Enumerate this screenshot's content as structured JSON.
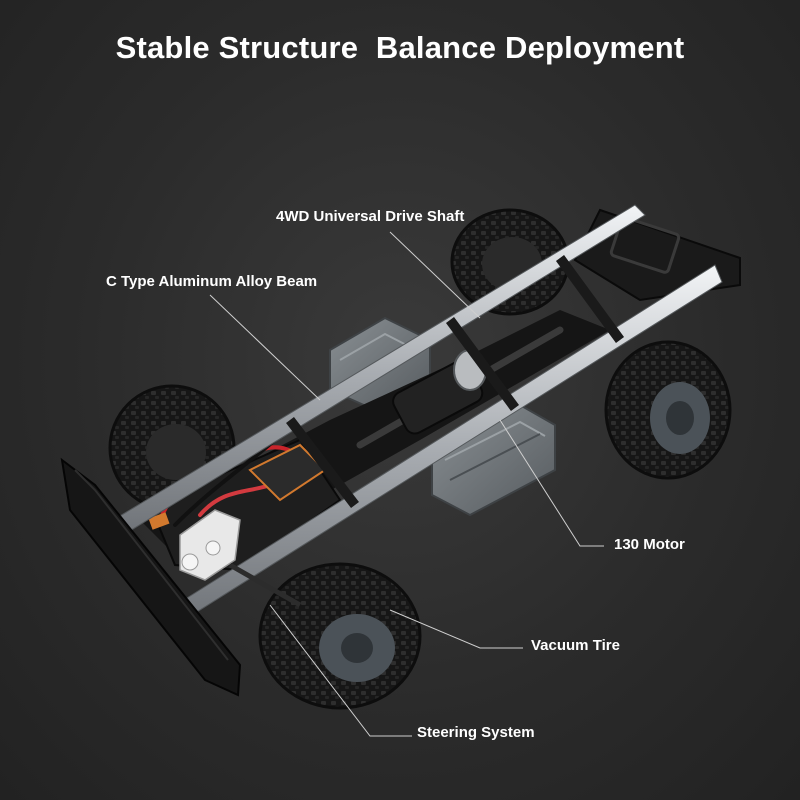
{
  "headline": "Stable Structure  Balance Deployment",
  "callouts": {
    "drive_shaft": "4WD Universal Drive Shaft",
    "beam": "C Type Aluminum Alloy Beam",
    "motor": "130 Motor",
    "tire": "Vacuum Tire",
    "steering": "Steering System"
  },
  "colors": {
    "background": "#2b2b2b",
    "text": "#ffffff",
    "frame_rail": "#c9cdd1",
    "tire": "#1c1c1c",
    "battery_box": "#6f7478"
  }
}
